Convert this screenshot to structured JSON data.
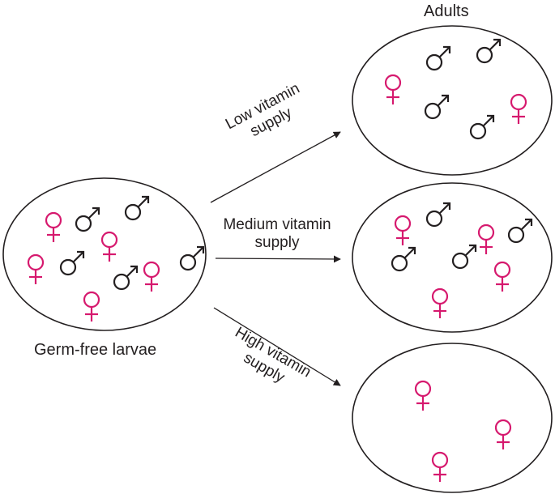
{
  "labels": {
    "adults": "Adults",
    "larvae": "Germ-free larvae",
    "low_line1": "Low vitamin",
    "low_line2": "supply",
    "medium_line1": "Medium vitamin",
    "medium_line2": "supply",
    "high_line1": "High vitamin",
    "high_line2": "supply"
  },
  "groups": [
    {
      "id": "larvae",
      "females": 5,
      "males": 5
    },
    {
      "id": "low",
      "females": 2,
      "males": 4
    },
    {
      "id": "medium",
      "females": 4,
      "males": 4
    },
    {
      "id": "high",
      "females": 3,
      "males": 0
    }
  ],
  "colors": {
    "female": "#d6196e",
    "male": "#231f20",
    "outline": "#231f20"
  },
  "icons": {
    "female": "female-symbol-icon",
    "male": "male-symbol-icon"
  }
}
